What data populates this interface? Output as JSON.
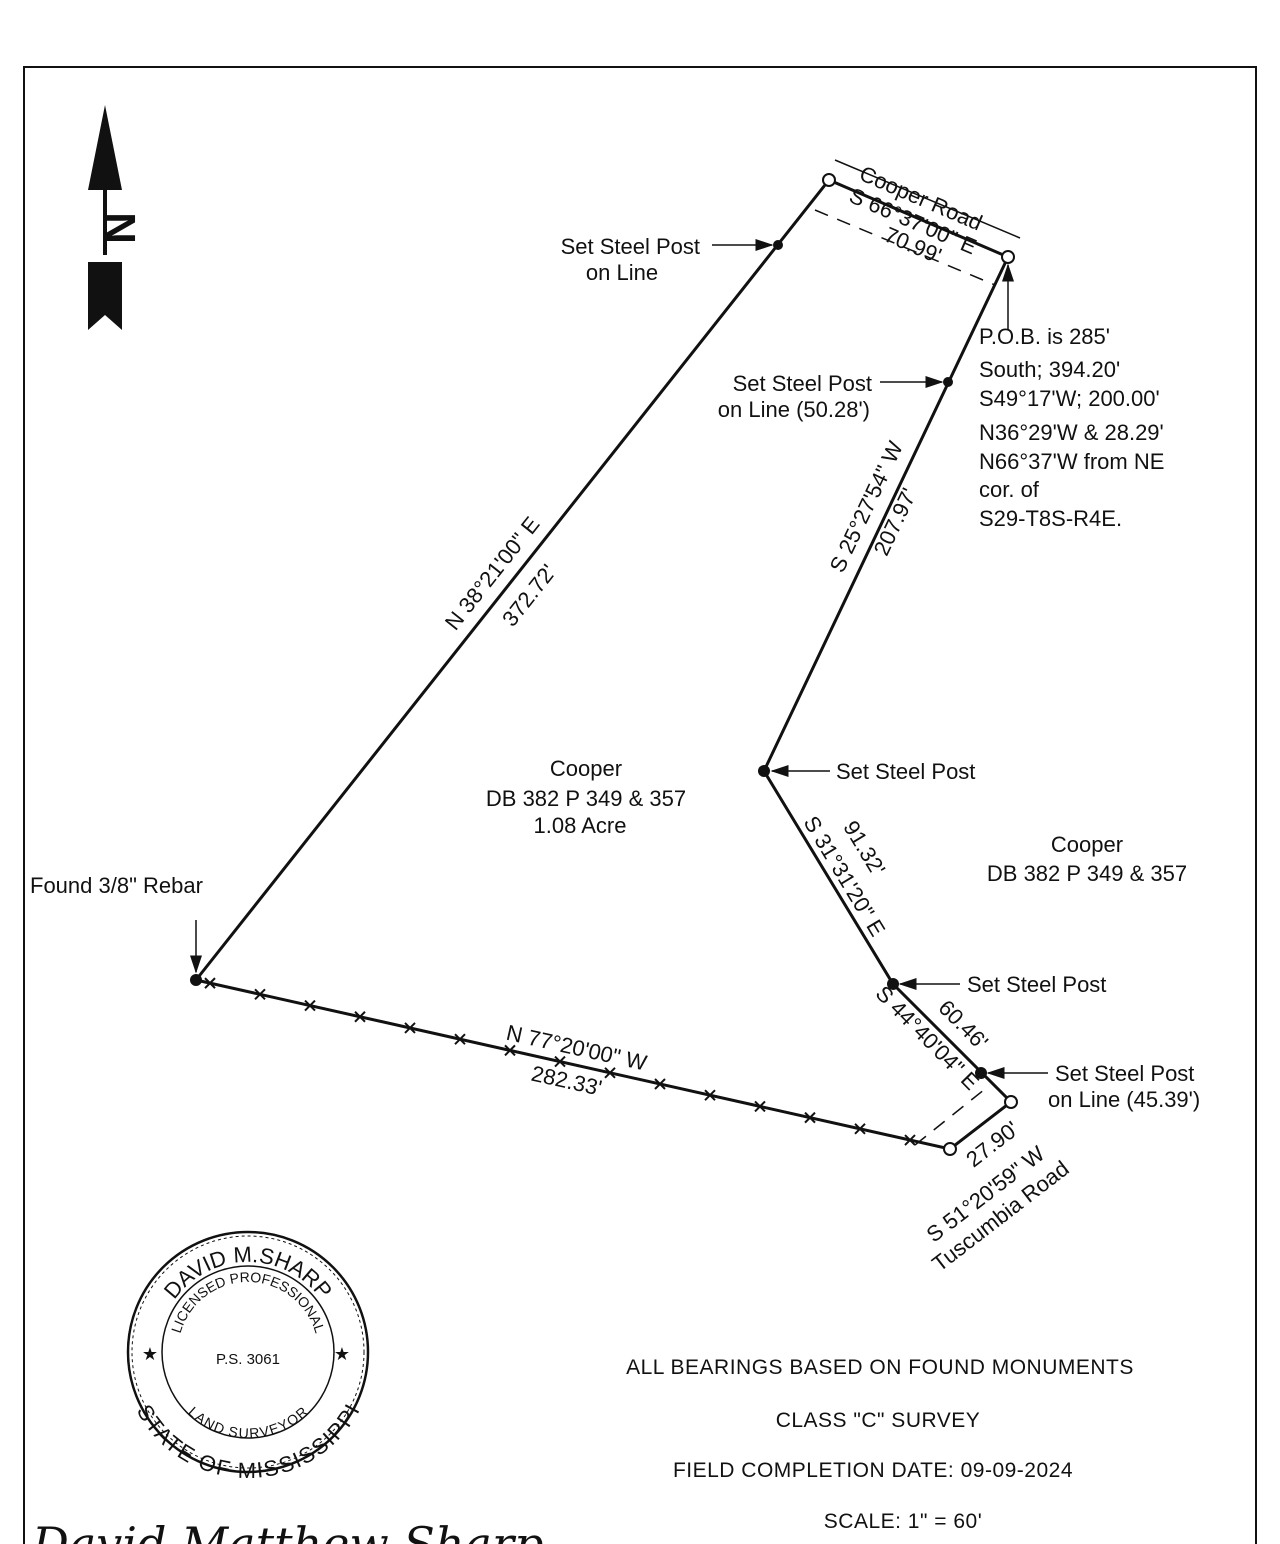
{
  "north_arrow": {
    "label": "N"
  },
  "roads": {
    "north": "Cooper Road",
    "south": "Tuscumbia Road"
  },
  "courses": {
    "north": {
      "bearing": "S 66°37'00\" E",
      "distance": "70.99'"
    },
    "east_upper": {
      "bearing": "S 25°27'54\" W",
      "distance": "207.97'"
    },
    "east_middle": {
      "bearing": "S 31°31'20\" E",
      "distance": "91.32'"
    },
    "east_lower": {
      "bearing": "S 44°40'04\" E",
      "distance": "60.46'"
    },
    "south_road": {
      "bearing": "S 51°20'59\" W",
      "distance": "27.90'"
    },
    "south": {
      "bearing": "N 77°20'00\" W",
      "distance": "282.33'"
    },
    "west": {
      "bearing": "N 38°21'00\" E",
      "distance": "372.72'"
    }
  },
  "callouts": {
    "post_west": [
      "Set Steel Post",
      "on Line"
    ],
    "post_east": [
      "Set Steel Post",
      "on Line (50.28')"
    ],
    "post_mid": "Set Steel Post",
    "post_lower": "Set Steel Post",
    "post_line_lower": [
      "Set Steel Post",
      "on Line (45.39')"
    ],
    "rebar": "Found 3/8\" Rebar",
    "pob": [
      "P.O.B. is 285'",
      "South; 394.20'",
      "S49°17'W; 200.00'",
      "N36°29'W & 28.29'",
      "N66°37'W from NE",
      "cor. of",
      "S29-T8S-R4E."
    ]
  },
  "parcels": {
    "subject": [
      "Cooper",
      "DB 382 P 349 & 357",
      "1.08 Acre"
    ],
    "adjoiner": [
      "Cooper",
      "DB 382 P 349 & 357"
    ]
  },
  "notes": [
    "ALL BEARINGS BASED ON FOUND MONUMENTS",
    "CLASS \"C\" SURVEY",
    "FIELD COMPLETION DATE: 09-09-2024",
    "SCALE:  1\" = 60'"
  ],
  "seal": {
    "name": "DAVID M.SHARP",
    "title": "LICENSED PROFESSIONAL",
    "number": "P.S. 3061",
    "role": "LAND SURVEYOR",
    "state": "STATE OF MISSISSIPPI"
  },
  "signature": "David Matthew Sharp"
}
